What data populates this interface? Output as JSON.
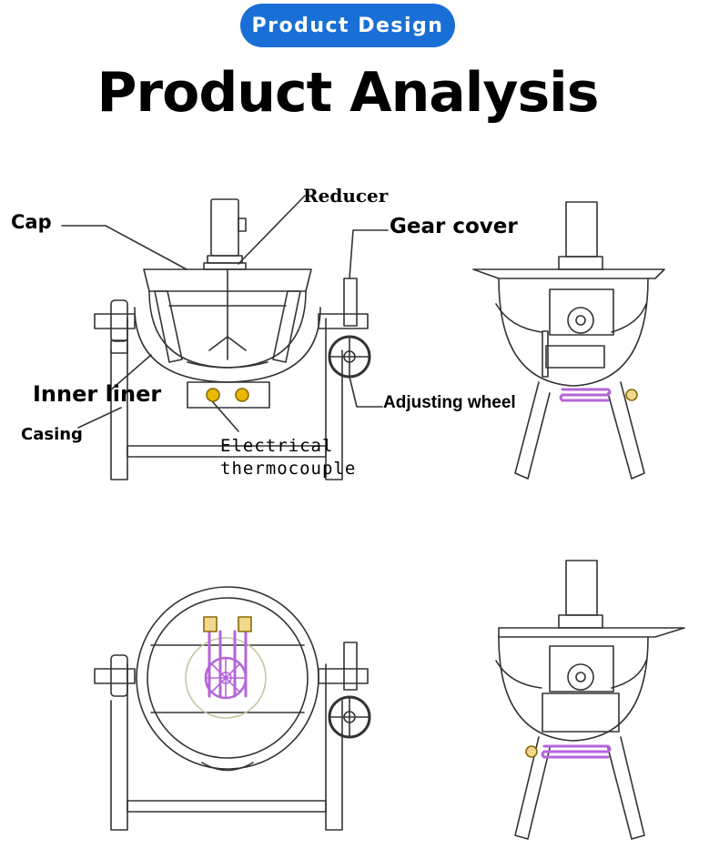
{
  "header": {
    "badge_label": "Product Design",
    "title": "Product Analysis"
  },
  "labels": {
    "cap": "Cap",
    "reducer": "Reducer",
    "gear_cover": "Gear cover",
    "inner_liner": "Inner liner",
    "casing": "Casing",
    "adjusting_wheel": "Adjusting wheel",
    "electrical": "Electrical",
    "thermocouple": "thermocouple"
  },
  "colors": {
    "badge": "#1a6fd6",
    "line": "#333333",
    "heating_element": "#b565d9",
    "accent_yellow": "#e8b800"
  }
}
